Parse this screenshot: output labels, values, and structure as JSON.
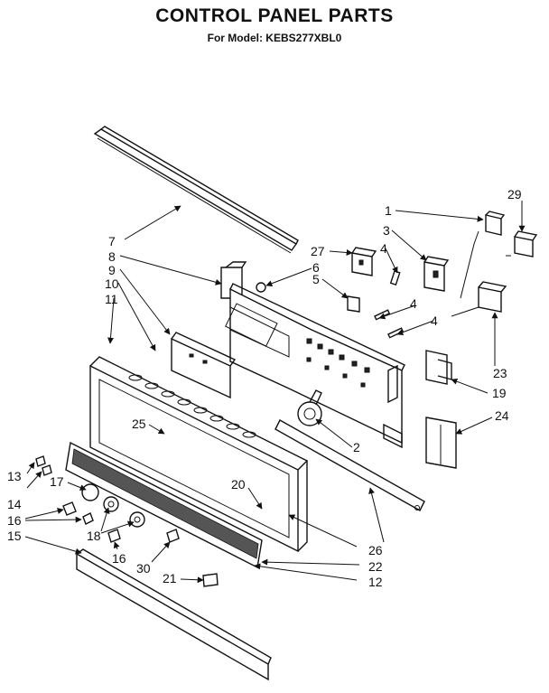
{
  "header": {
    "title": "CONTROL PANEL PARTS",
    "subtitle": "For Model: KEBS277XBL0"
  },
  "labels": {
    "p1": "1",
    "p2": "2",
    "p3": "3",
    "p4a": "4",
    "p4b": "4",
    "p4c": "4",
    "p5": "5",
    "p6": "6",
    "p7": "7",
    "p8": "8",
    "p9": "9",
    "p10": "10",
    "p11": "11",
    "p12": "12",
    "p13": "13",
    "p14": "14",
    "p15": "15",
    "p16a": "16",
    "p16b": "16",
    "p17": "17",
    "p18": "18",
    "p19": "19",
    "p20": "20",
    "p21": "21",
    "p22": "22",
    "p23": "23",
    "p24": "24",
    "p25": "25",
    "p26": "26",
    "p27": "27",
    "p29": "29",
    "p30": "30"
  }
}
